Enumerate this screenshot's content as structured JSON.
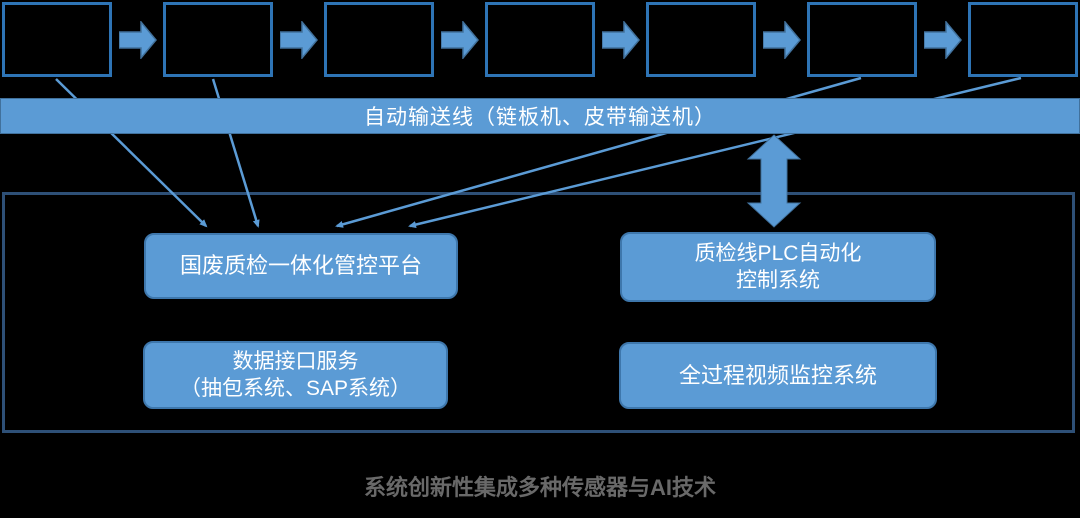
{
  "conveyor": {
    "label": "自动输送线（链板机、皮带输送机）"
  },
  "process_row": {
    "box_count": 7,
    "arrow_count": 6
  },
  "systems": {
    "platform": {
      "label": "国废质检一体化管控平台"
    },
    "plc": {
      "lines": [
        "质检线PLC自动化",
        "控制系统"
      ]
    },
    "data_interface": {
      "lines": [
        "数据接口服务",
        "（抽包系统、SAP系统）"
      ]
    },
    "video": {
      "label": "全过程视频监控系统"
    }
  },
  "caption": {
    "text": "系统创新性集成多种传感器与AI技术"
  },
  "icons": {
    "flow_arrow": "block-arrow-right-icon",
    "double_arrow": "double-vertical-arrow-icon",
    "connector": "thin-arrow-connector"
  },
  "colors": {
    "canvas_bg": "#000000",
    "blue_fill": "#5B9BD5",
    "blue_border": "#41719C",
    "process_box_border": "#2E74B5",
    "panel_border": "#2E5077",
    "node_border": "#3E77AC",
    "text_white": "#FFFFFF",
    "caption_gray": "#696969"
  }
}
